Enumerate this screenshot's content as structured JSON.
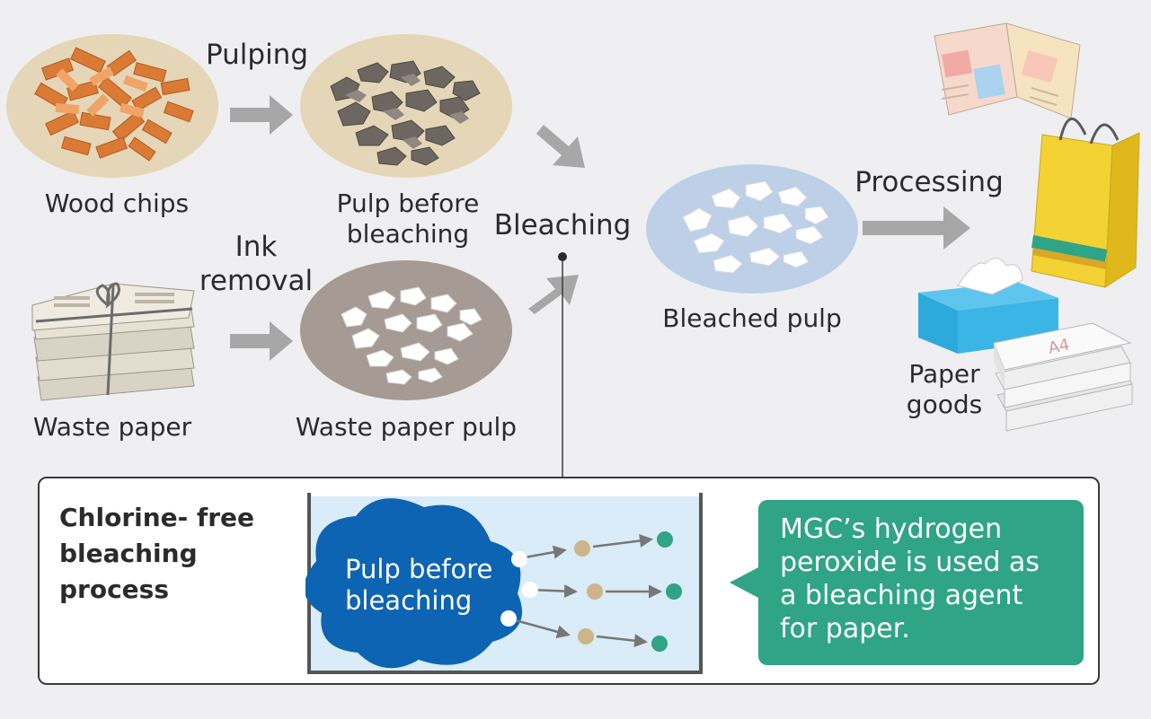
{
  "steps": {
    "pulping": "Pulping",
    "ink_removal_line1": "Ink",
    "ink_removal_line2": "removal",
    "bleaching": "Bleaching",
    "processing": "Processing"
  },
  "items": {
    "wood_chips": "Wood chips",
    "pulp_before_bleaching_line1": "Pulp before",
    "pulp_before_bleaching_line2": "bleaching",
    "waste_paper": "Waste paper",
    "waste_paper_pulp": "Waste paper pulp",
    "bleached_pulp": "Bleached pulp",
    "paper_goods_line1": "Paper",
    "paper_goods_line2": "goods"
  },
  "detail": {
    "title_line1": "Chlorine- free",
    "title_line2": "bleaching",
    "title_line3": "process",
    "cloud_line1": "Pulp before",
    "cloud_line2": "bleaching",
    "callout_line1": "MGC’s hydrogen",
    "callout_line2": "peroxide is used as",
    "callout_line3": "a bleaching agent",
    "callout_line4": "for paper.",
    "copy_paper_mark": "A4"
  },
  "colors": {
    "background": "#efeff1",
    "arrow": "#a7a7a7",
    "wood_plate": "#e5d6b8",
    "pulp_plate": "#e5d6b8",
    "waste_plate": "#a59a94",
    "bleached_plate": "#bed0e8",
    "cloud": "#0d64b3",
    "tank_water": "#d9ecf7",
    "callout": "#2fa486",
    "particle_tan": "#cbb589",
    "particle_green": "#2fa486"
  }
}
